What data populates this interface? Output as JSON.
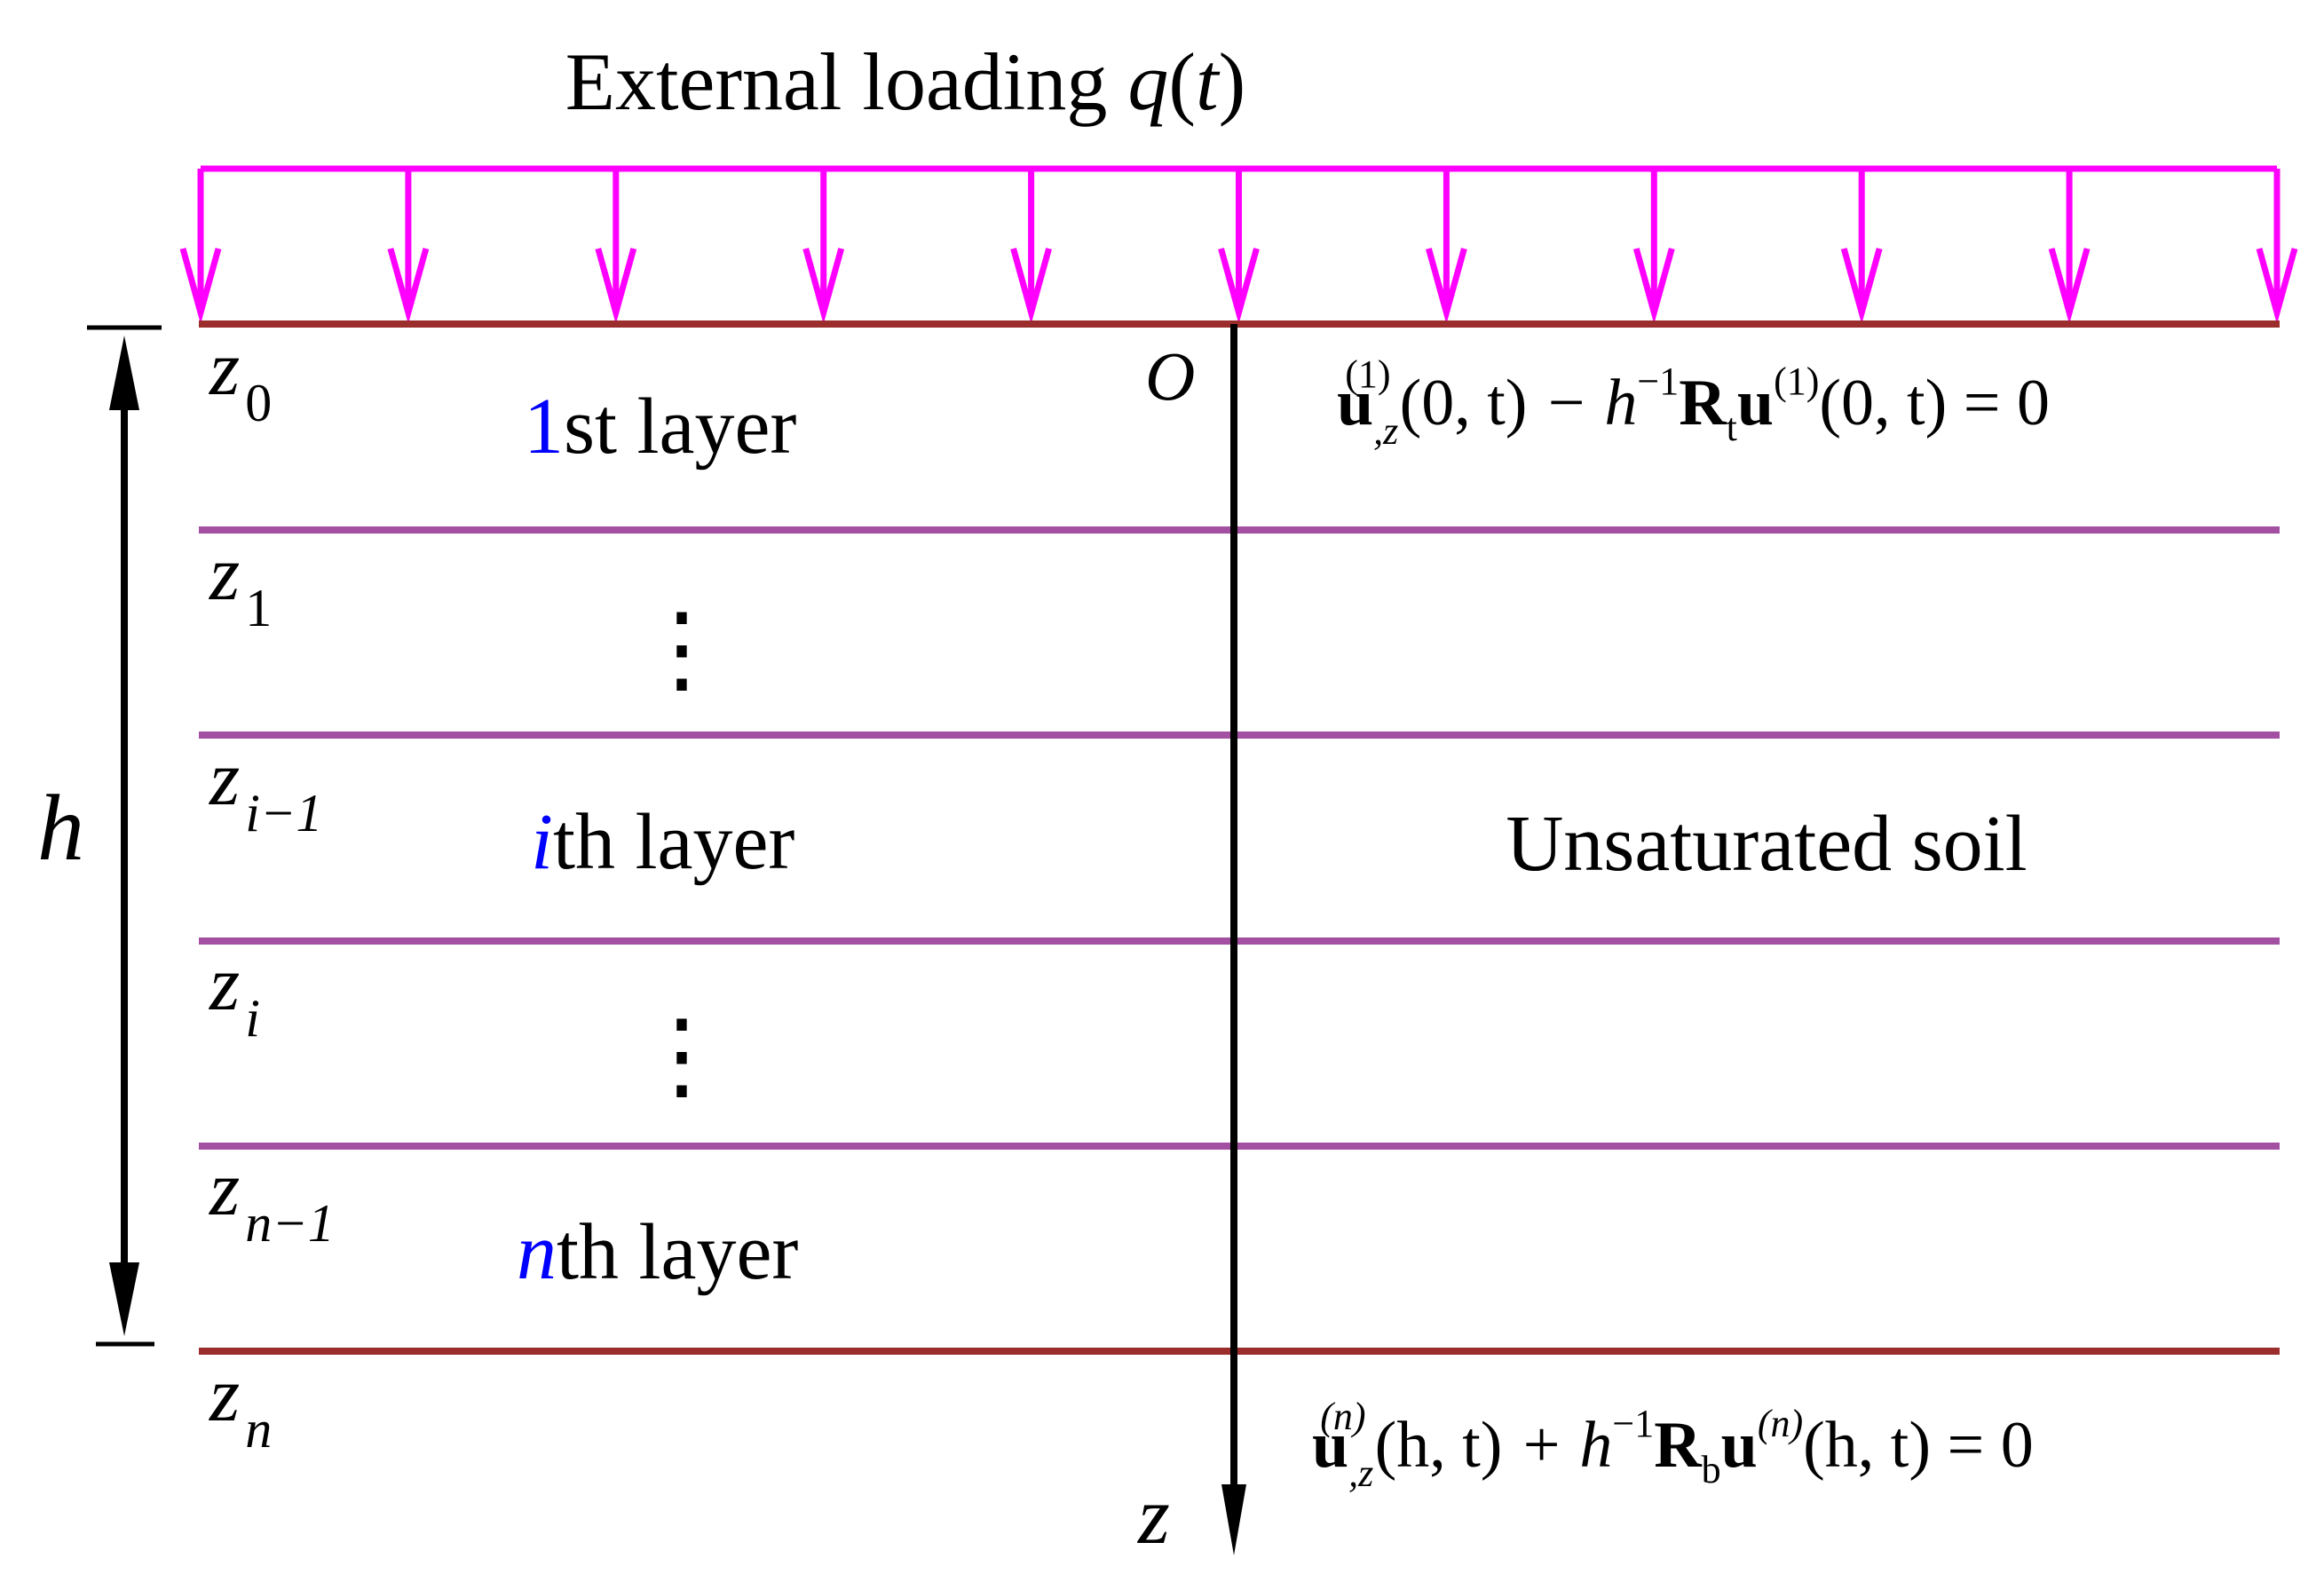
{
  "title": {
    "text": "External loading ",
    "q": "q",
    "open": "(",
    "t": "t",
    "close": ")"
  },
  "colors": {
    "loading": "#ff00ff",
    "boundary": "#9b2d2d",
    "interface": "#a350a3",
    "axis": "#000000",
    "layer_number": "#0000ff"
  },
  "axis": {
    "origin": "O",
    "z": "z"
  },
  "thickness": {
    "label": "h"
  },
  "depths": [
    {
      "base": "z",
      "sub": "0"
    },
    {
      "base": "z",
      "sub": "1"
    },
    {
      "base": "z",
      "sub": "i−1"
    },
    {
      "base": "z",
      "sub": "i"
    },
    {
      "base": "z",
      "sub": "n−1"
    },
    {
      "base": "z",
      "sub": "n"
    }
  ],
  "layers": [
    {
      "prefix": "1",
      "suffix": "st layer"
    },
    {
      "prefix": "i",
      "suffix": "th layer"
    },
    {
      "prefix": "n",
      "suffix": "th layer"
    }
  ],
  "ellipsis": "⋮",
  "soil_label": "Unsaturated soil",
  "top_condition": {
    "u": "u",
    "sub": ",z",
    "sup": "(1)",
    "arg": "(0, t)",
    "mid": " − h",
    "inv": "−1",
    "R": "R",
    "Rsub": "t",
    "u2": "u",
    "sup2": "(1)",
    "arg2": "(0, t) = 0"
  },
  "bottom_condition": {
    "u": "u",
    "sub": ",z",
    "sup": "(n)",
    "arg": "(h, t)",
    "mid": " + h",
    "inv": "−1",
    "R": "R",
    "Rsub": "b",
    "u2": "u",
    "sup2": "(n)",
    "arg2": "(h, t) = 0"
  }
}
